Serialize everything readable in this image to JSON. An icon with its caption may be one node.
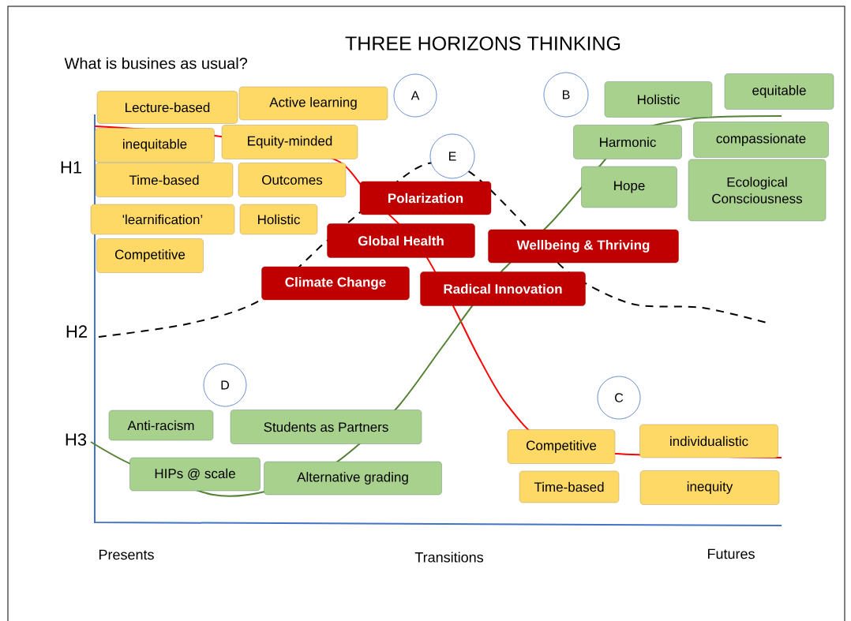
{
  "diagram": {
    "title": "THREE HORIZONS THINKING",
    "nodes": [
      {
        "text": [
          "Lecture-based"
        ]
      },
      {
        "text": [
          "Active learning"
        ]
      },
      {
        "text": [
          "A"
        ]
      },
      {
        "text": [
          "inequitable"
        ]
      },
      {
        "text": [
          "Equity-minded"
        ]
      },
      {
        "text": [
          "Time-based"
        ]
      },
      {
        "text": [
          "Outcomes"
        ]
      },
      {
        "text": [
          "'learnification’"
        ]
      },
      {
        "text": [
          "Holistic"
        ]
      },
      {
        "text": [
          "Competitive"
        ]
      },
      {
        "text": [
          "B"
        ]
      },
      {
        "text": [
          "Holistic"
        ]
      },
      {
        "text": [
          "equitable"
        ]
      },
      {
        "text": [
          "Harmonic"
        ]
      },
      {
        "text": [
          "compassionate"
        ]
      },
      {
        "text": [
          "E"
        ]
      },
      {
        "text": [
          "Hope"
        ]
      },
      {
        "text": [
          "Ecological Consciousness"
        ]
      },
      {
        "text": [
          "Polarization"
        ]
      },
      {
        "text": [
          "Global Health"
        ]
      },
      {
        "text": [
          "Wellbeing & Thriving"
        ]
      },
      {
        "text": [
          "Climate Change"
        ]
      },
      {
        "text": [
          "Radical Innovation"
        ]
      },
      {
        "text": [
          "D"
        ]
      },
      {
        "text": [
          "C"
        ]
      },
      {
        "text": [
          "Anti-racism"
        ]
      },
      {
        "text": [
          "Students as Partners"
        ]
      },
      {
        "text": [
          "Competitive"
        ]
      },
      {
        "text": [
          "individualistic"
        ]
      },
      {
        "text": [
          "HIPs @ scale"
        ]
      },
      {
        "text": [
          "Alternative grading"
        ]
      },
      {
        "text": [
          "Time-based"
        ]
      },
      {
        "text": [
          "inequity"
        ]
      }
    ],
    "labels": [
      "What is busines as usual?",
      "H1",
      "H2",
      "H3",
      "Presents",
      "Transitions",
      "Futures"
    ]
  }
}
